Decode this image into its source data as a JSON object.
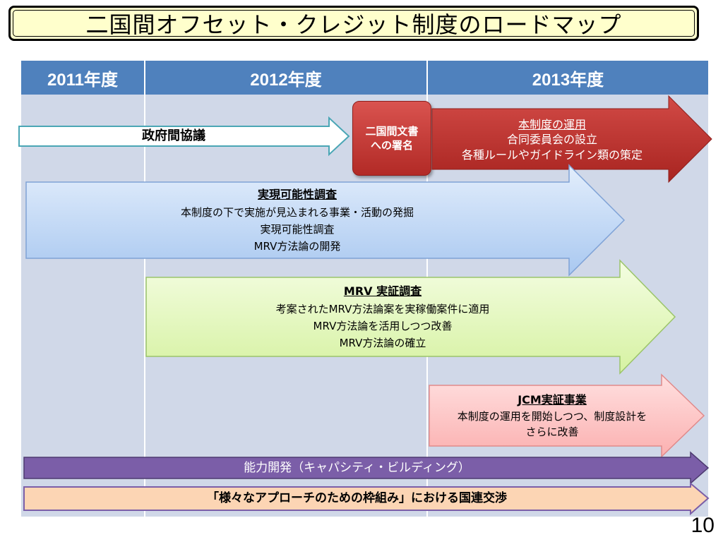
{
  "title": "二国間オフセット・クレジット制度のロードマップ",
  "headers": [
    "2011年度",
    "2012年度",
    "2013年度"
  ],
  "government": {
    "label": "政府間協議"
  },
  "signature": {
    "line1": "二国間文書",
    "line2": "への署名"
  },
  "operation": {
    "title": "本制度の運用",
    "line1": "合同委員会の設立",
    "line2": "各種ルールやガイドライン類の策定"
  },
  "feasibility": {
    "title": "実現可能性調査",
    "line1": "本制度の下で実施が見込まれる事業・活動の発掘",
    "line2": "実現可能性調査",
    "line3": "MRV方法論の開発"
  },
  "mrv": {
    "title": "MRV 実証調査",
    "line1": "考案されたMRV方法論案を実稼働案件に適用",
    "line2": "MRV方法論を活用しつつ改善",
    "line3": "MRV方法論の確立"
  },
  "jcm": {
    "title": "JCM実証事業",
    "line1": "本制度の運用を開始しつつ、制度設計を",
    "line2": "さらに改善"
  },
  "capacity": {
    "label": "能力開発（キャパシティ・ビルディング）"
  },
  "un": {
    "label": "「様々なアプローチのための枠組み」における国連交渉"
  },
  "page_number": "10",
  "colors": {
    "header_blue": "#4f81bd",
    "grid_bg": "#d0d8e8",
    "operation_red": "#c0302c",
    "feasibility_blue": "#c6dcf7",
    "mrv_green": "#e6f7c4",
    "jcm_pink": "#ffc6c6",
    "capacity_purple": "#7b5ea8",
    "un_peach": "#fcd5b4"
  }
}
